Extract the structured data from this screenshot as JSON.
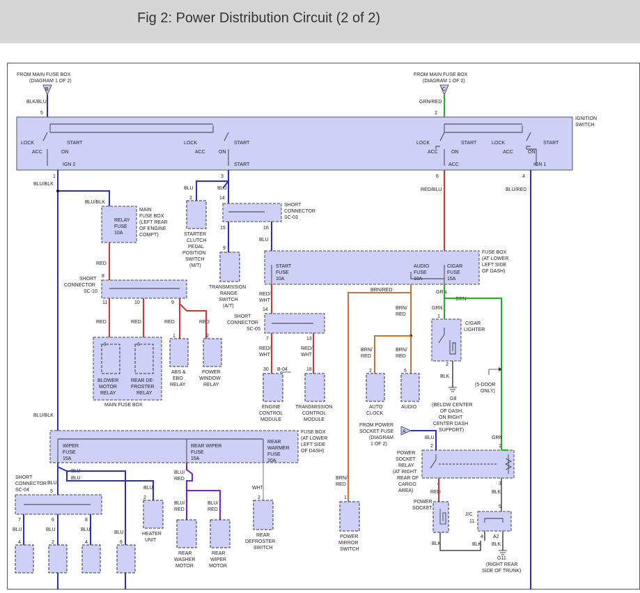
{
  "header": {
    "title": "Fig 2: Power Distribution Circuit (2 of 2)"
  },
  "colors": {
    "blue": "#2b2bd6",
    "red": "#e03030",
    "green": "#22b022",
    "brown": "#c87432",
    "gray": "#444444",
    "purple": "#7a1fd6",
    "white": "#bbbbbb",
    "box_fill": "#cdd0f7"
  },
  "diagram": {
    "from_main_fuse_box": "FROM MAIN FUSE BOX",
    "diagram_1_of_2": "(DIAGRAM 1 OF 2)",
    "conn_b": "B",
    "conn_c": "C",
    "conn_a": "A",
    "blk_blu": "BLK/BLU",
    "grn_red": "GRN/RED",
    "pin1": "1",
    "pin2": "2",
    "pin3": "3",
    "pin4": "4",
    "pin5": "5",
    "pin6": "6",
    "pin7": "7",
    "pin8": "8",
    "pin9": "9",
    "pin10": "10",
    "pin11": "11",
    "pin13": "13",
    "pin14": "14",
    "pin15": "15",
    "pin16": "16",
    "pin18": "18",
    "pin30": "30",
    "ignition_switch_l1": "IGNITION",
    "ignition_switch_l2": "SWITCH",
    "lock": "LOCK",
    "acc": "ACC",
    "on": "ON",
    "start": "START",
    "ign2": "IGN 2",
    "ign1": "IGN 1",
    "blu_blk": "BLU/BLK",
    "blu": "BLU",
    "red_blu": "RED/BLU",
    "blu_red": "BLU/RED",
    "main_fuse_box_l1": "MAIN",
    "main_fuse_box_l2": "FUSE BOX",
    "main_fuse_box_l3": "(LEFT REAR",
    "main_fuse_box_l4": "OF ENGINE",
    "main_fuse_box_l5": "COMPT)",
    "relay_fuse_l1": "RELAY",
    "relay_fuse_l2": "FUSE",
    "fuse_10a": "10A",
    "fuse_15a": "15A",
    "fuse_20a": "20A",
    "starter_l1": "STARTER",
    "starter_l2": "CLUTCH",
    "starter_l3": "PEDAL",
    "starter_l4": "POSITION",
    "starter_l5": "SWITCH",
    "starter_l6": "(M/T)",
    "short_connector": "SHORT",
    "connector": "CONNECTOR",
    "sc03": "SC-03",
    "sc10": "SC-10",
    "sc05": "SC-05",
    "sc04": "SC-04",
    "trs_l1": "TRANSMISSION",
    "trs_l2": "RANGE",
    "trs_l3": "SWITCH",
    "trs_l4": "(A/T)",
    "fuse_box": "FUSE BOX",
    "at_lower_l1": "(AT LOWER",
    "at_lower_l2": "LEFT SIDE",
    "at_lower_l3": "OF DASH)",
    "start_fuse_l1": "START",
    "fuse": "FUSE",
    "audio": "AUDIO",
    "cigar": "CIGAR",
    "red": "RED",
    "red_wht": "RED/",
    "wht": "WHT",
    "brn_red": "BRN/RED",
    "brn": "BRN/",
    "grn": "GRN",
    "blower_l1": "BLOWER",
    "blower_l2": "MOTOR",
    "relay": "RELAY",
    "rear_de_l1": "REAR DE-",
    "rear_de_l2": "FROSTER",
    "abs_l1": "ABS &",
    "abs_l2": "EBO",
    "power_window_l1": "POWER",
    "power_window_l2": "WINDOW",
    "main_fuse_box_label": "MAIN FUSE BOX",
    "engine_l1": "ENGINE",
    "control": "CONTROL",
    "module": "MODULE",
    "transmission": "TRANSMISSION",
    "b04": "B-04",
    "auto_clock_l1": "AUTO",
    "auto_clock_l2": "CLOCK",
    "cigar_lighter_l1": "CIGAR",
    "cigar_lighter_l2": "LIGHTER",
    "blk": "BLK",
    "g8": "G8",
    "below_l1": "(BELOW CENTER",
    "below_l2": "OF DASH,",
    "below_l3": "ON RIGHT",
    "below_l4": "CENTER DASH",
    "below_l5": "SUPPORT)",
    "five_door_l1": "(5-DOOR",
    "five_door_l2": "ONLY)",
    "from_power_l1": "FROM POWER",
    "from_power_l2": "SOCKET FUSE",
    "from_power_l3": "(DIAGRAM",
    "from_power_l4": "1 OF 2)",
    "psr_l1": "POWER",
    "psr_l2": "SOCKET",
    "psr_l3": "RELAY",
    "psr_l4": "(AT RIGHT",
    "psr_l5": "REAR OF",
    "psr_l6": "CARGO",
    "psr_l7": "AREA)",
    "wiper_l1": "WIPER",
    "rear_wiper_l1": "REAR WIPER",
    "rear_warmer_l1": "REAR",
    "rear_warmer_l2": "WARMER",
    "blu_red2": "BLU/",
    "heater_l1": "HEATER",
    "heater_l2": "UNIT",
    "rear_washer_l1": "REAR",
    "rear_washer_l2": "WASHER",
    "motor": "MOTOR",
    "rear_wiper_motor_l2": "WIPER",
    "rear_defroster_l1": "REAR",
    "rear_defroster_l2": "DEFROSTER",
    "switch": "SWITCH",
    "power_mirror_l1": "POWER",
    "power_mirror_l2": "MIRROR",
    "power_socket_l1": "POWER",
    "power_socket_l2": "SOCKET",
    "jc": "J/C",
    "a2": "A2",
    "g11": "G11",
    "right_rear_l1": "(RIGHT REAR",
    "right_rear_l2": "SIDE OF TRUNK)"
  }
}
